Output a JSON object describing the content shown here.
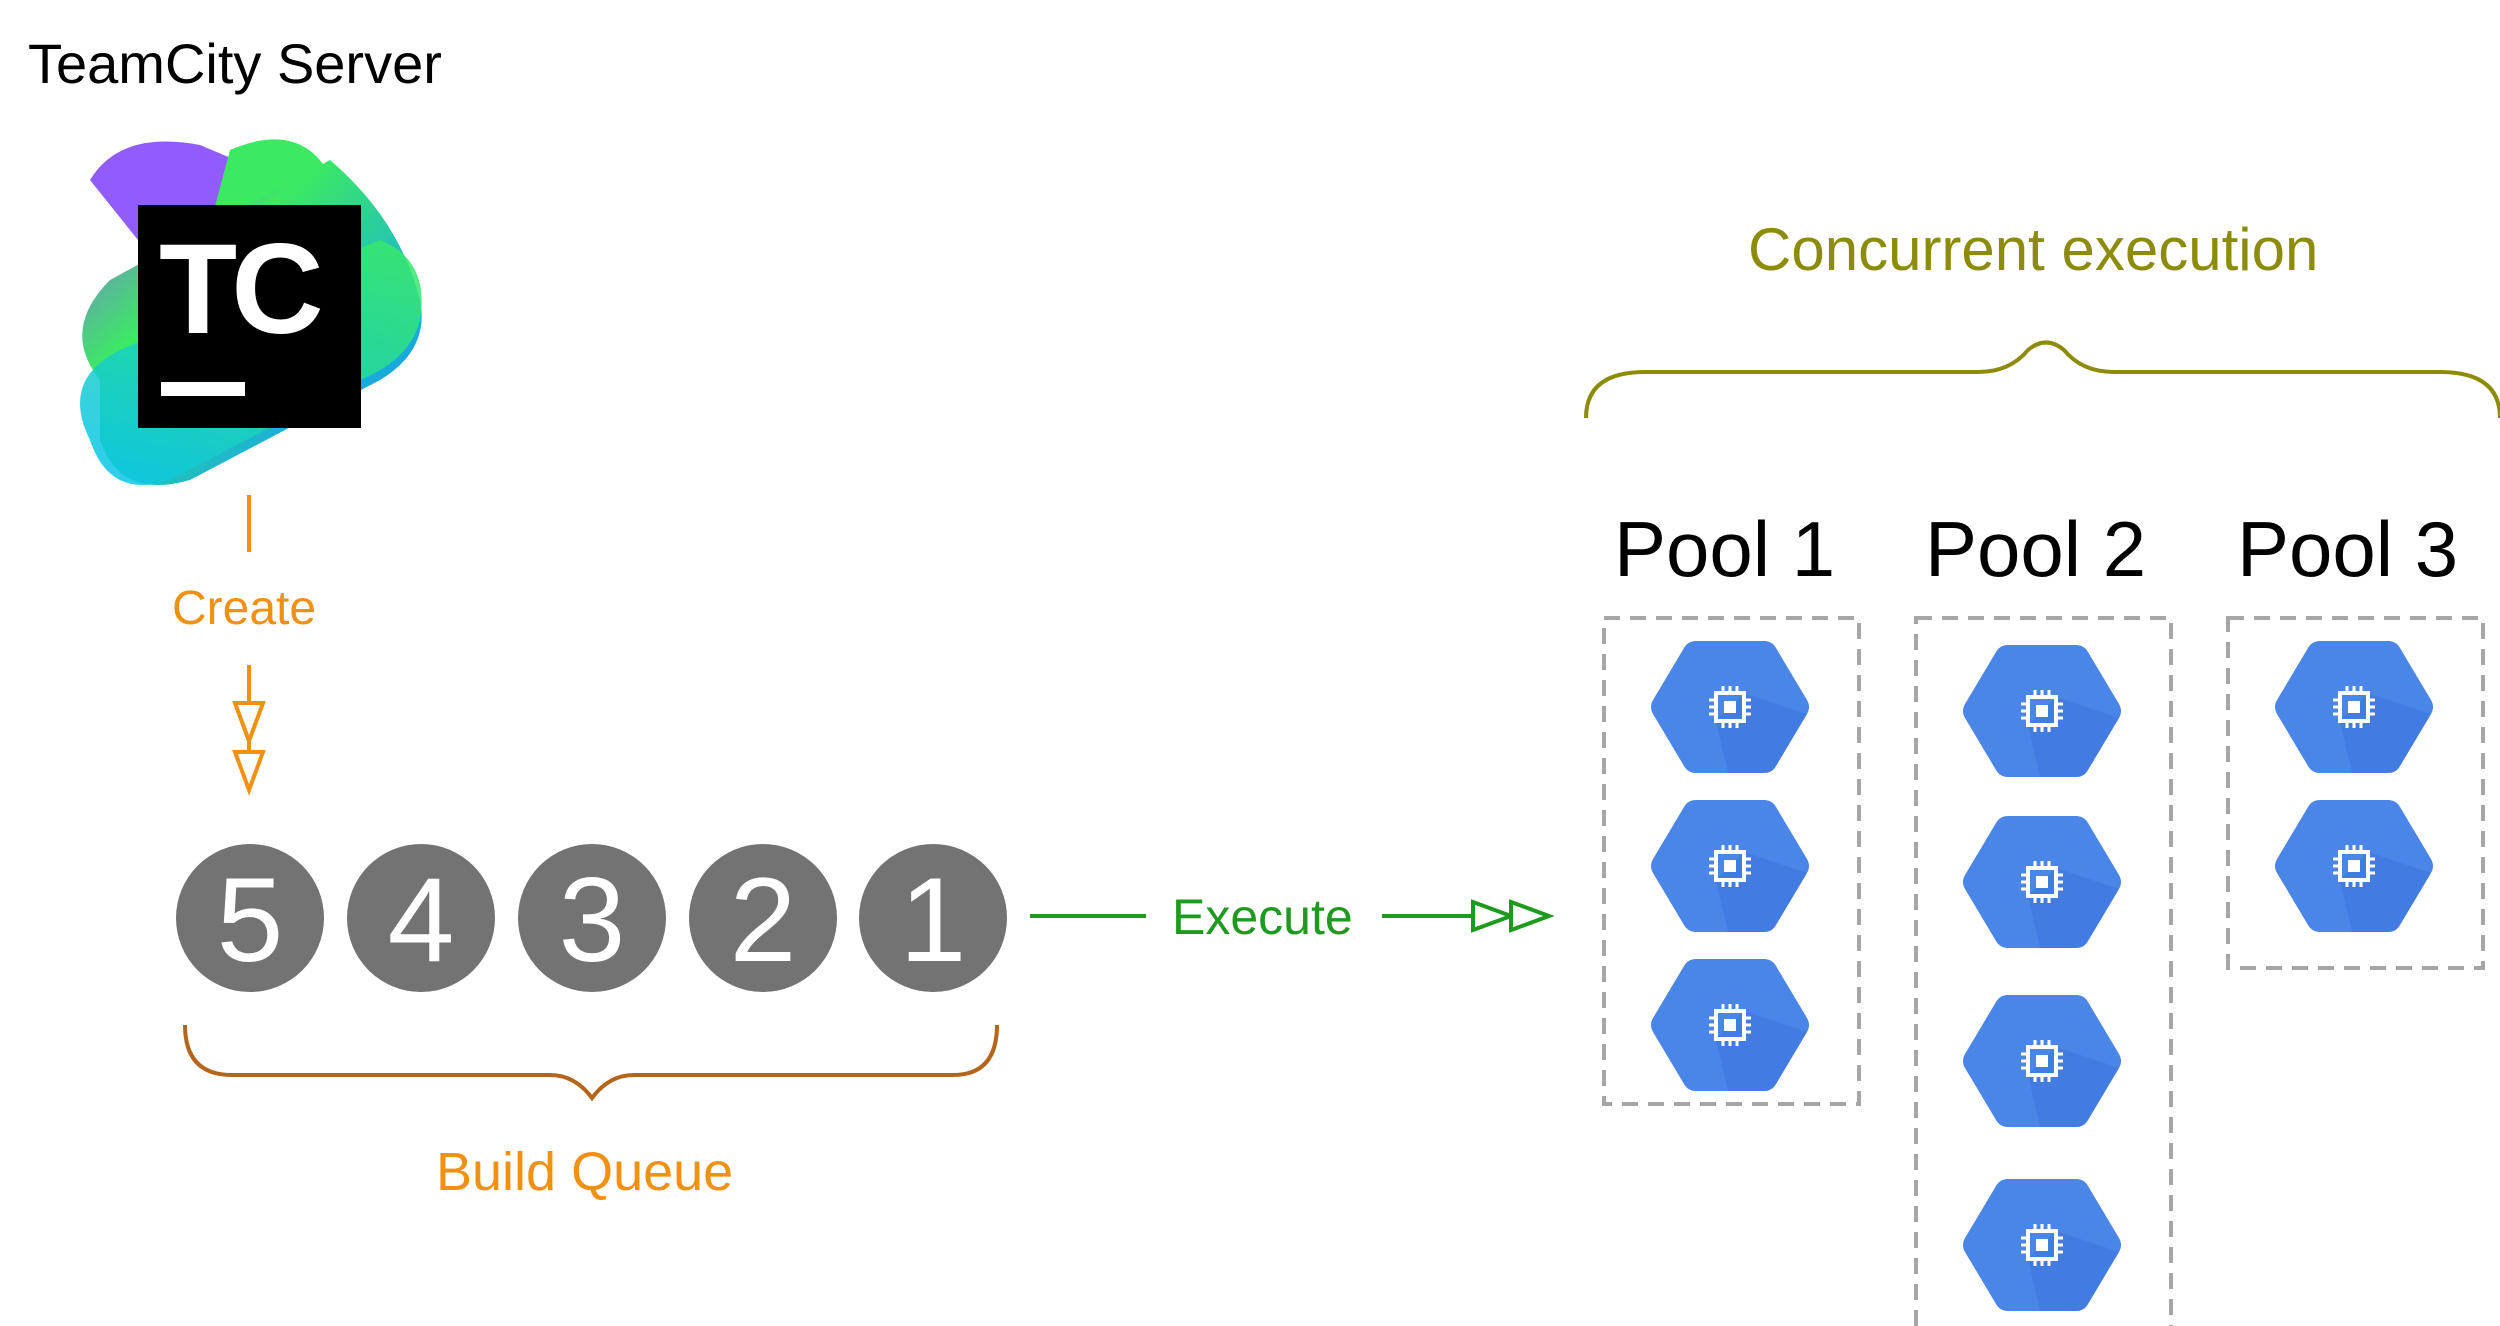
{
  "server": {
    "title": "TeamCity Server",
    "logo_text": "TC"
  },
  "create": {
    "label": "Create"
  },
  "queue": {
    "items": [
      "5",
      "4",
      "3",
      "2",
      "1"
    ],
    "label": "Build Queue"
  },
  "execute": {
    "label": "Execute"
  },
  "concurrent": {
    "label": "Concurrent execution"
  },
  "pools": [
    {
      "label": "Pool 1",
      "instances": 3
    },
    {
      "label": "Pool 2",
      "instances": 4
    },
    {
      "label": "Pool 3",
      "instances": 2
    }
  ],
  "colors": {
    "create_orange": "#F29111",
    "queue_brace": "#B4651A",
    "execute_green": "#1E9A1E",
    "concurrent_olive": "#8C8C0A",
    "queue_circle": "#737373",
    "instance_blue": "#4A86E8",
    "pool_border": "#A6A6A6"
  },
  "icons": {
    "instance": "compute-engine-chip-icon",
    "logo": "teamcity-logo-icon"
  }
}
